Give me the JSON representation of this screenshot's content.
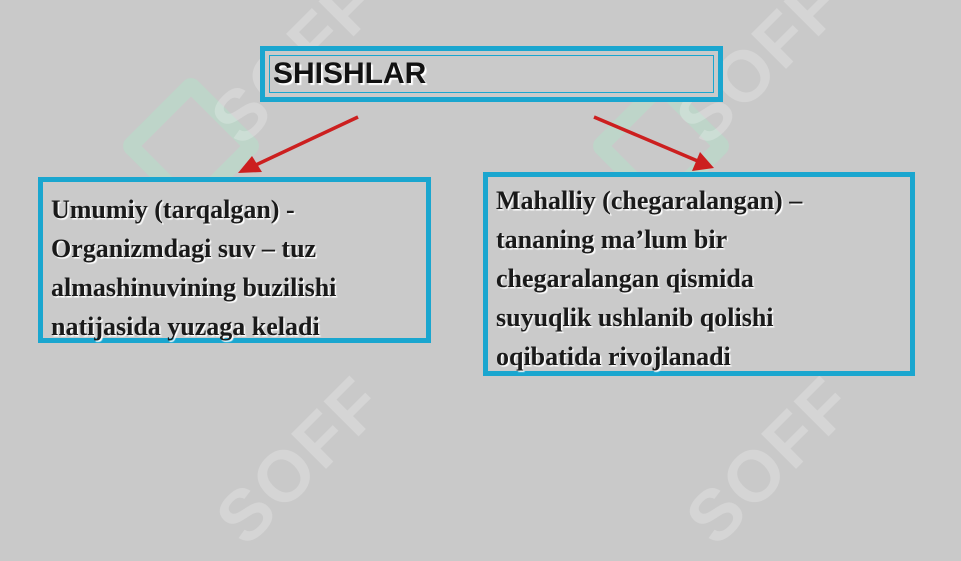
{
  "title": "SHISHLAR",
  "left_box": {
    "lines": [
      "Umumiy (tarqalgan) -",
      "Organizmdagi suv – tuz",
      "almashinuvining buzilishi",
      "natijasida yuzaga keladi"
    ]
  },
  "right_box": {
    "lines": [
      "Mahalliy (chegaralangan) –",
      "tananing ma’lum bir",
      "chegaralangan qismida",
      "suyuqlik ushlanib qolishi",
      "oqibatida rivojlanadi"
    ]
  },
  "watermark": "SOFF",
  "colors": {
    "border": "#1aa6cf",
    "arrow": "#cc1f1f",
    "background": "#c9c9c9"
  }
}
